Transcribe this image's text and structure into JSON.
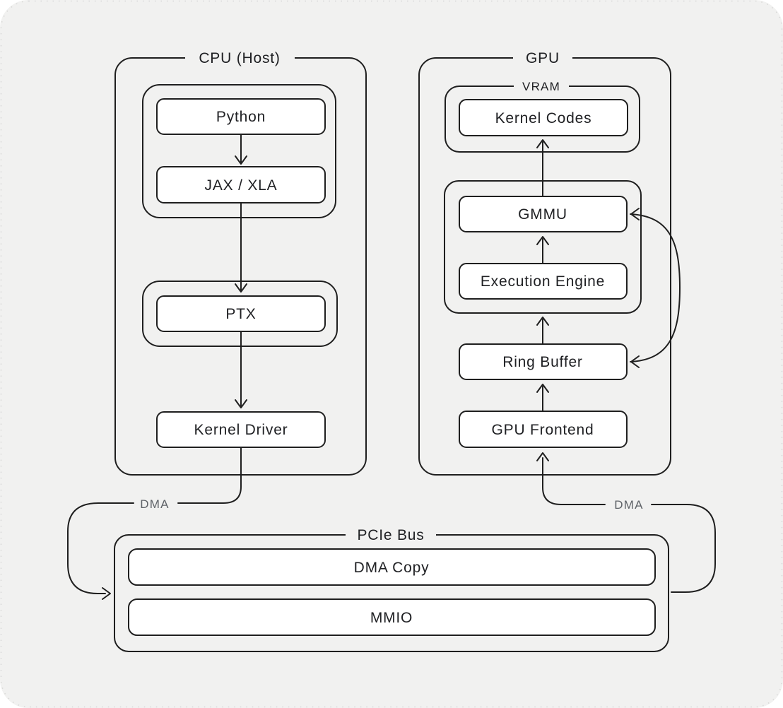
{
  "diagram": {
    "titles": {
      "cpu": "CPU (Host)",
      "gpu": "GPU",
      "vram": "VRAM",
      "pcie": "PCIe Bus"
    },
    "dma_labels": {
      "left": "DMA",
      "right": "DMA"
    },
    "nodes": {
      "python": "Python",
      "jax_xla": "JAX / XLA",
      "ptx": "PTX",
      "kernel_driver": "Kernel Driver",
      "kernel_codes": "Kernel Codes",
      "gmmu": "GMMU",
      "execution_engine": "Execution Engine",
      "ring_buffer": "Ring Buffer",
      "gpu_frontend": "GPU Frontend",
      "dma_copy": "DMA Copy",
      "mmio": "MMIO"
    },
    "edges": [
      {
        "from": "python",
        "to": "jax_xla",
        "type": "arrow"
      },
      {
        "from": "jax_xla",
        "to": "ptx",
        "type": "arrow"
      },
      {
        "from": "ptx",
        "to": "kernel_driver",
        "type": "arrow"
      },
      {
        "from": "kernel_driver",
        "to": "pcie_bus",
        "type": "arrow",
        "label": "DMA"
      },
      {
        "from": "pcie_bus",
        "to": "gpu_frontend",
        "type": "arrow",
        "label": "DMA"
      },
      {
        "from": "gpu_frontend",
        "to": "ring_buffer",
        "type": "arrow"
      },
      {
        "from": "ring_buffer",
        "to": "gmmu_block",
        "type": "arrow"
      },
      {
        "from": "execution_engine",
        "to": "gmmu",
        "type": "arrow"
      },
      {
        "from": "gmmu_block",
        "to": "kernel_codes",
        "type": "arrow"
      },
      {
        "from": "gmmu",
        "to": "ring_buffer",
        "type": "double-arrow"
      }
    ],
    "colors": {
      "stroke": "#1f1f1f",
      "text": "#202124",
      "muted_text": "#5f6368",
      "canvas": "#f1f1f0",
      "node_fill": "#ffffff",
      "page": "#ffffff"
    }
  }
}
